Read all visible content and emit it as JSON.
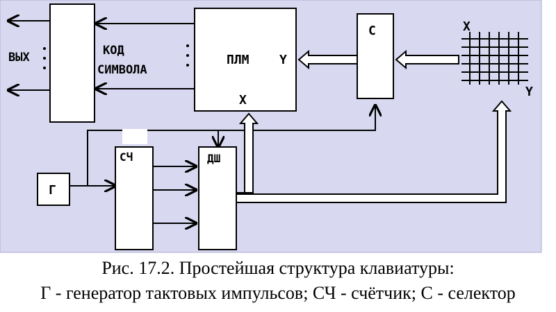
{
  "colors": {
    "background": "#d8d8f0",
    "border": "#ababd0",
    "ink": "#000000"
  },
  "blocks": {
    "out_label": "ВЫХ",
    "code_line1": "КОД",
    "code_line2": "СИМВОЛА",
    "plm": "ПЛМ",
    "plm_y": "Y",
    "plm_x": "X",
    "selector": "С",
    "matrix_x": "X",
    "matrix_y": "Y",
    "generator": "Г",
    "counter": "СЧ",
    "decoder": "ДШ"
  },
  "caption": {
    "line1": "Рис. 17.2. Простейшая структура клавиатуры:",
    "line2": "Г - генератор тактовых импульсов; СЧ - счётчик; С - селектор"
  }
}
